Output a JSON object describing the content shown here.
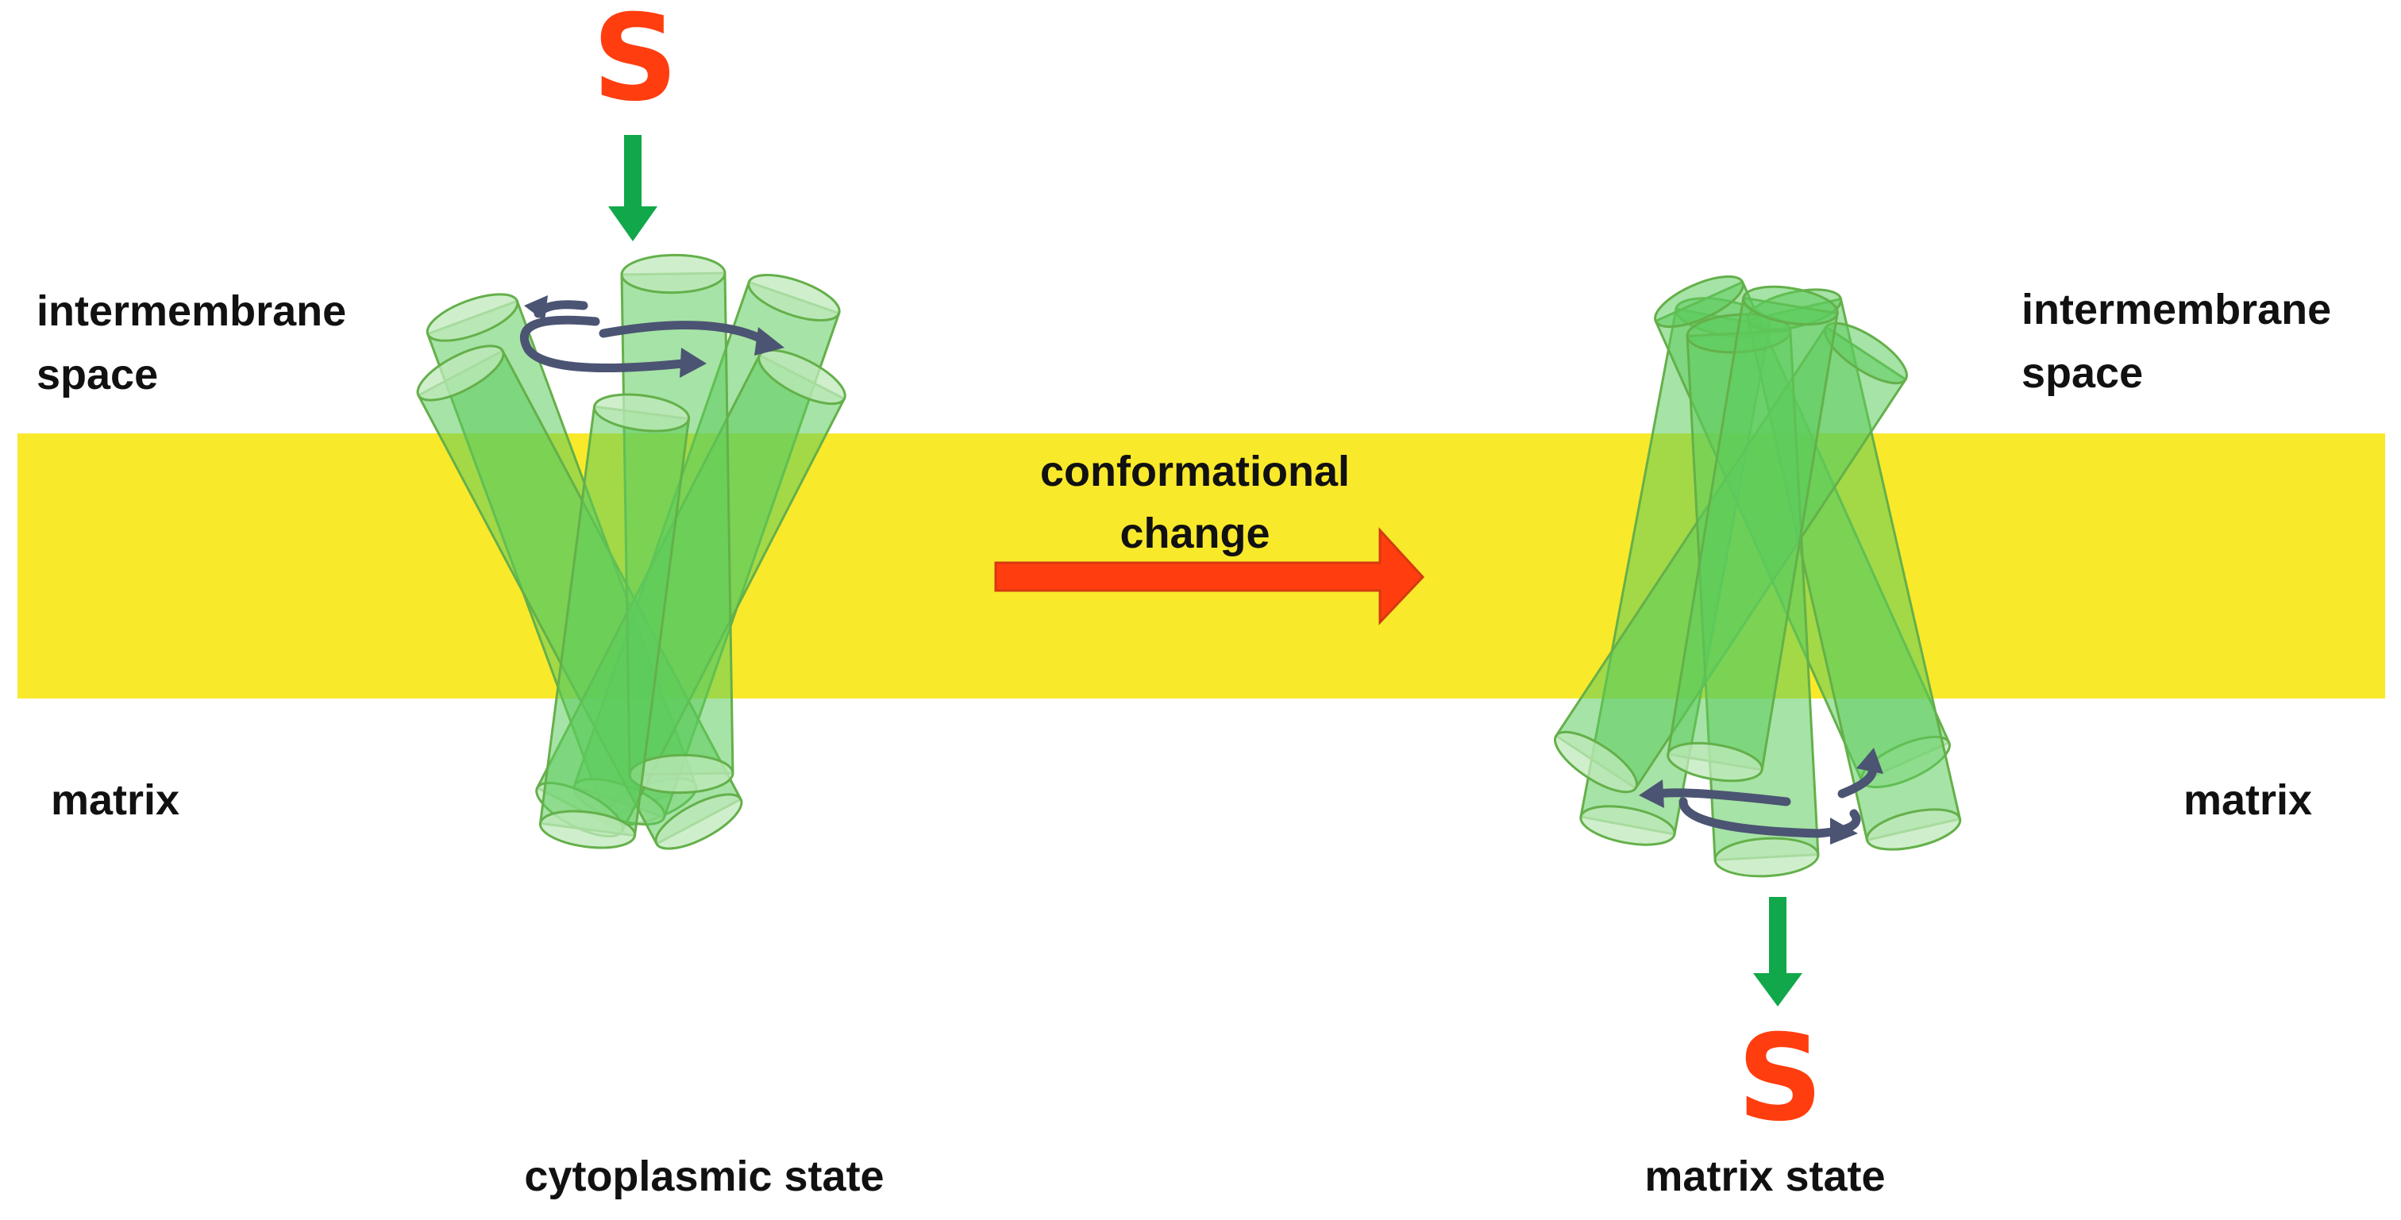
{
  "labels": {
    "left_top": [
      "intermembrane",
      "space"
    ],
    "right_top": [
      "intermembrane",
      "space"
    ],
    "left_bottom": "matrix",
    "right_bottom": "matrix",
    "transition": [
      "conformational",
      "change"
    ],
    "left_state": "cytoplasmic state",
    "right_state": "matrix state"
  },
  "substrate": {
    "top": "S",
    "bottom": "S"
  },
  "colors": {
    "membrane": "#f9e92b",
    "substrate": "#ff3d0f",
    "transport_arrow": "#10a84a",
    "transition_arrow": "#ff3d0f",
    "helix": "#5ccc5c",
    "rotation_arrow": "#4b5472"
  }
}
